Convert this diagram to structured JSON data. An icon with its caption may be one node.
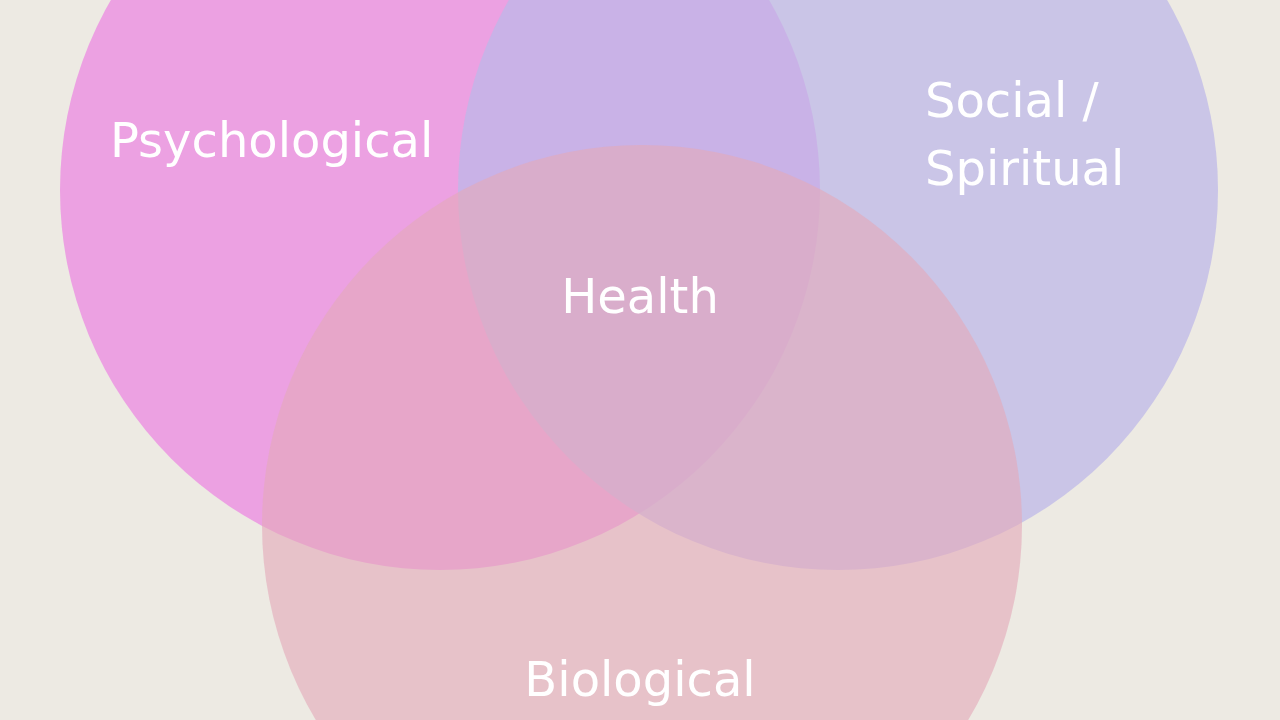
{
  "diagram": {
    "nodes": [
      {
        "text": [
          "Psychological"
        ]
      },
      {
        "text": [
          "Social / Spiritual"
        ]
      },
      {
        "text": [
          "Biological"
        ]
      }
    ],
    "labels": [
      "Health"
    ]
  }
}
